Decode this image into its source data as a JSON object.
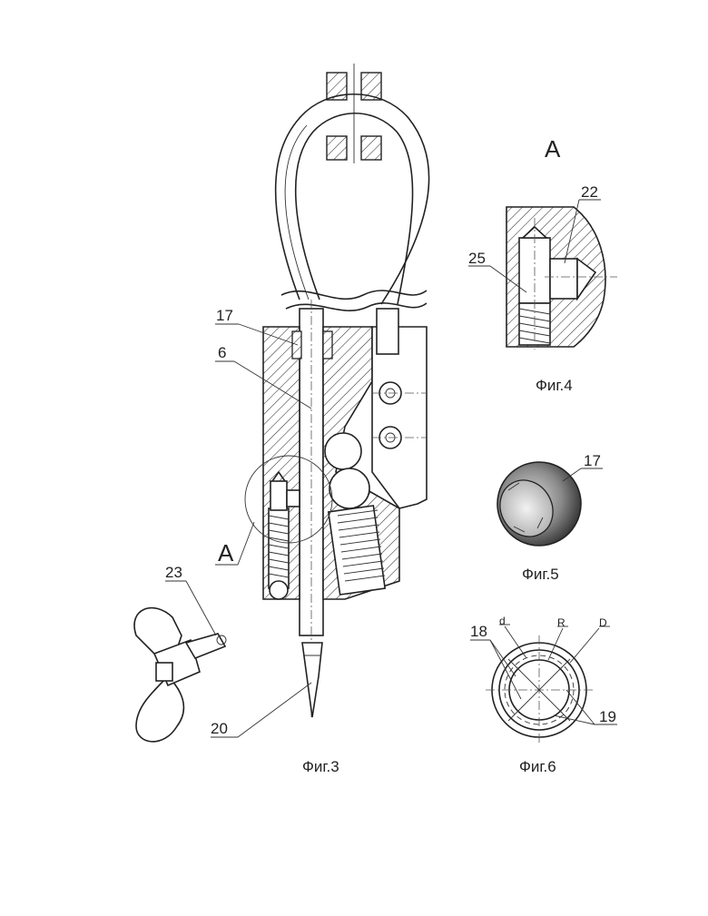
{
  "figures": {
    "fig3": {
      "caption": "Фиг.3"
    },
    "fig4": {
      "caption": "Фиг.4",
      "view_label": "А"
    },
    "fig5": {
      "caption": "Фиг.5"
    },
    "fig6": {
      "caption": "Фиг.6"
    }
  },
  "labels": {
    "l17_fig3": "17",
    "l6": "6",
    "lA_fig3": "А",
    "l23": "23",
    "l20": "20",
    "l22": "22",
    "l25": "25",
    "l17_fig5": "17",
    "l18": "18",
    "ld": "d",
    "lR": "R",
    "lD": "D",
    "l19": "19"
  },
  "colors": {
    "ink": "#222222",
    "paper": "#ffffff"
  }
}
